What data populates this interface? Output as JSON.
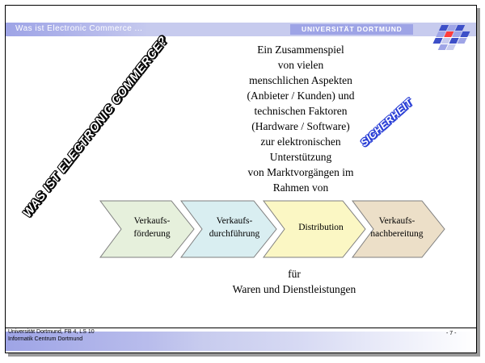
{
  "header": {
    "title": "Was ist Electronic Commerce ...",
    "university": "UNIVERSITÄT DORTMUND"
  },
  "slide": {
    "diagonal_heading": "WAS IST ELECTRONIC COMMERCE?",
    "security_label": "SICHERHEIT",
    "intro_lines": [
      "Ein Zusammenspiel",
      "von vielen",
      "menschlichen Aspekten",
      "(Anbieter / Kunden) und",
      "technischen Faktoren",
      "(Hardware / Software)",
      "zur  elektronischen",
      "Unterstützung",
      "von Marktvorgängen im",
      "Rahmen von"
    ],
    "steps": [
      {
        "line1": "Verkaufs-",
        "line2": "förderung",
        "color": "#e6f0dc"
      },
      {
        "line1": "Verkaufs-",
        "line2": "durchführung",
        "color": "#d9eef1"
      },
      {
        "line1": "Distribution",
        "line2": "",
        "color": "#fbf7c4"
      },
      {
        "line1": "Verkaufs-",
        "line2": "nachbereitung",
        "color": "#ecdfc8"
      }
    ],
    "outro_lines": [
      "für",
      "Waren und Dienstleistungen"
    ]
  },
  "footer": {
    "line1": "Universität Dortmund, FB 4, LS 10",
    "line2": "Informatik Centrum Dortmund",
    "page": "- 7 -"
  }
}
